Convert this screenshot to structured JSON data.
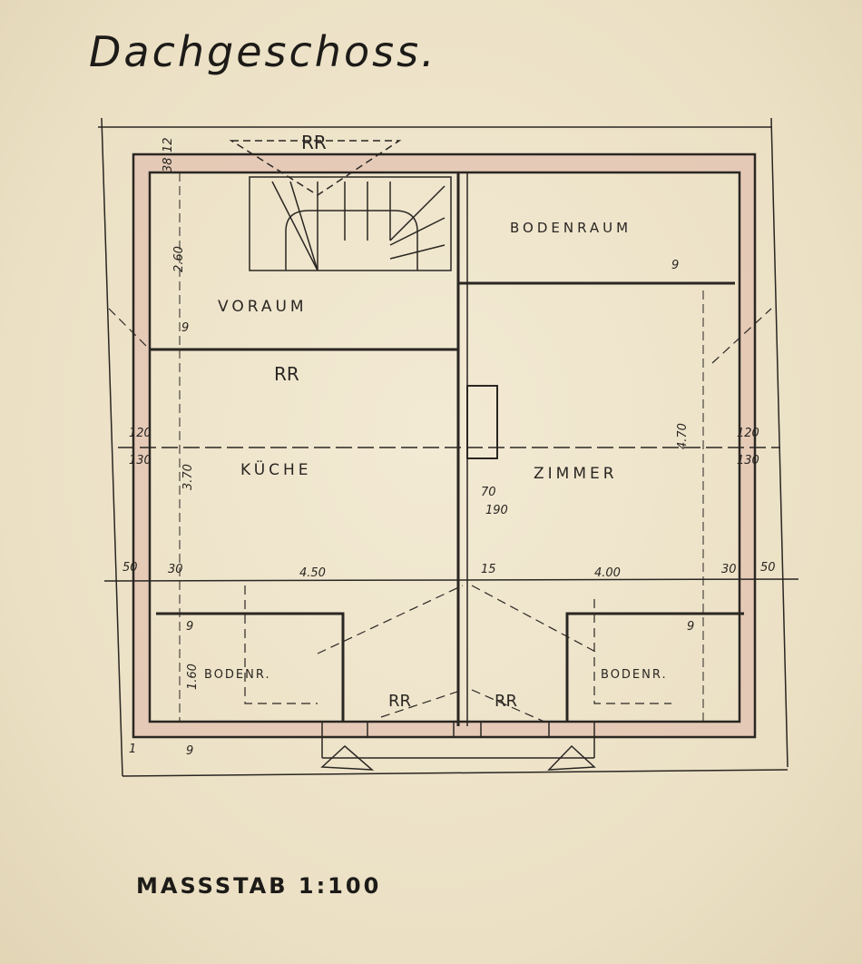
{
  "title": "Dachgeschoss.",
  "scale_label": "MASSSTAB 1:100",
  "colors": {
    "paper": "#efe6cf",
    "ink": "#2a2622",
    "wall_fill": "#e2c2b0"
  },
  "rooms": {
    "voraum": "VORAUM",
    "bodenraum": "BODENRAUM",
    "kueche": "KÜCHE",
    "zimmer": "ZIMMER",
    "bodenr_left": "BODENR.",
    "bodenr_right": "BODENR."
  },
  "marks": {
    "rr_top": "RR",
    "rr_voraum": "RR",
    "rr_bottom_left": "RR",
    "rr_bottom_right": "RR"
  },
  "dimensions": {
    "top_left_a": "12",
    "top_left_b": "38",
    "stair_height": "2.60",
    "left_120": "120",
    "left_130": "130",
    "right_120": "120",
    "right_130": "130",
    "kueche_depth": "3.70",
    "zimmer_depth": "4.70",
    "left_50": "50",
    "left_30": "30",
    "kueche_width": "4.50",
    "partition_15": "15",
    "zimmer_width": "4.00",
    "right_30": "30",
    "right_50": "50",
    "door_70": "70",
    "door_190": "190",
    "bodenr_depth": "1.60",
    "nine_a": "9",
    "nine_b": "9",
    "nine_c": "9",
    "nine_d": "9",
    "nine_e": "9",
    "one": "1"
  }
}
